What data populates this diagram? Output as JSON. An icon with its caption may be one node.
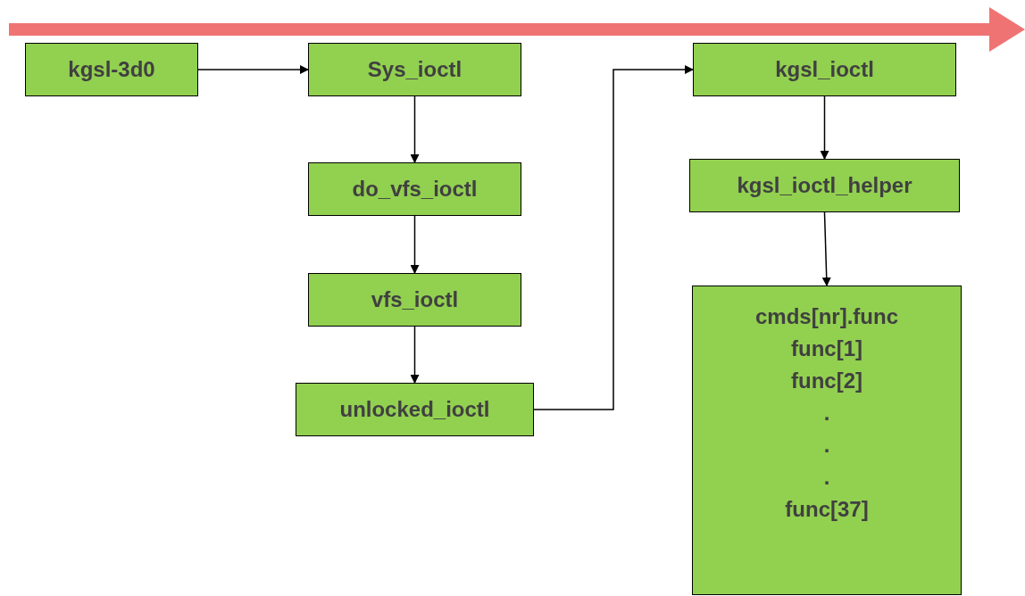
{
  "diagram": {
    "nodes": [
      {
        "text": [
          "kgsl-3d0"
        ]
      },
      {
        "text": [
          "Sys_ioctl"
        ]
      },
      {
        "text": [
          "do_vfs_ioctl"
        ]
      },
      {
        "text": [
          "vfs_ioctl"
        ]
      },
      {
        "text": [
          "unlocked_ioctl"
        ]
      },
      {
        "text": [
          "kgsl_ioctl"
        ]
      },
      {
        "text": [
          "kgsl_ioctl_helper"
        ]
      },
      {
        "text": [
          "cmds[nr].func",
          "func[1]",
          "func[2]",
          ".",
          ".",
          ".",
          "func[37]"
        ]
      }
    ],
    "edges": [
      {
        "from": 0,
        "to": 1,
        "arrow": "to"
      },
      {
        "from": 1,
        "to": 2,
        "arrow": "to"
      },
      {
        "from": 2,
        "to": 3,
        "arrow": "to"
      },
      {
        "from": 3,
        "to": 4,
        "arrow": "to"
      },
      {
        "from": 4,
        "to": 5,
        "arrow": "to"
      },
      {
        "from": 5,
        "to": 6,
        "arrow": "to"
      },
      {
        "from": 6,
        "to": 7,
        "arrow": "to"
      }
    ]
  }
}
